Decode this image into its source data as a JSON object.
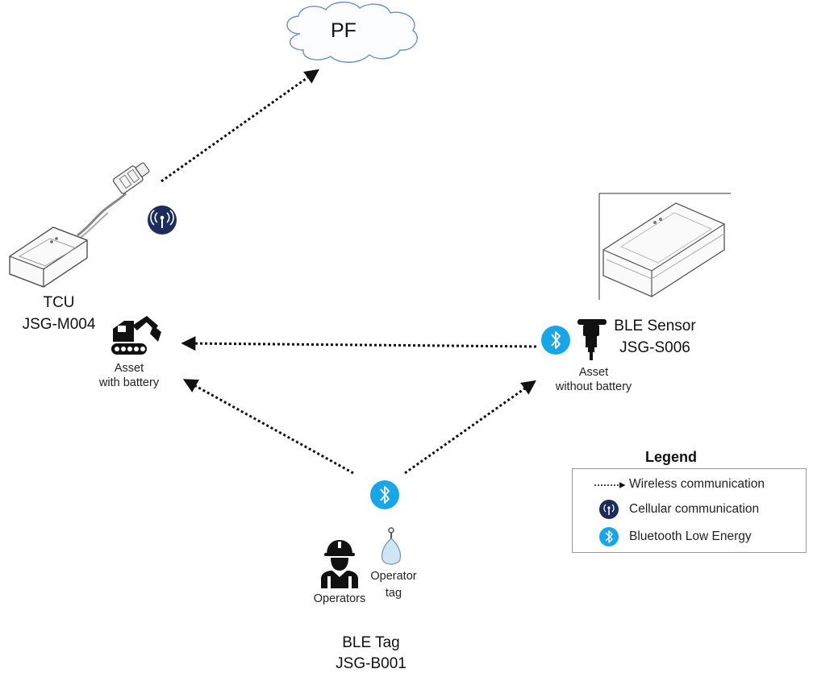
{
  "cloud": {
    "label": "PF"
  },
  "tcu": {
    "name": "TCU",
    "model": "JSG-M004"
  },
  "asset_with_battery": {
    "line1": "Asset",
    "line2": "with battery"
  },
  "ble_sensor": {
    "name": "BLE Sensor",
    "model": "JSG-S006"
  },
  "asset_without_battery": {
    "line1": "Asset",
    "line2": "without battery"
  },
  "operators": {
    "label": "Operators"
  },
  "operator_tag": {
    "line1": "Operator",
    "line2": "tag"
  },
  "ble_tag": {
    "name": "BLE Tag",
    "model": "JSG-B001"
  },
  "legend": {
    "title": "Legend",
    "items": [
      {
        "icon": "dotted-arrow-icon",
        "label": "Wireless communication"
      },
      {
        "icon": "cellular-antenna-icon",
        "label": "Cellular communication",
        "color": "#1c2d5c"
      },
      {
        "icon": "bluetooth-icon",
        "label": "Bluetooth Low Energy",
        "color": "#1aa6e6"
      }
    ]
  },
  "colors": {
    "cellular": "#1c2d5c",
    "bluetooth": "#1aa6e6",
    "arrow": "#111111"
  }
}
